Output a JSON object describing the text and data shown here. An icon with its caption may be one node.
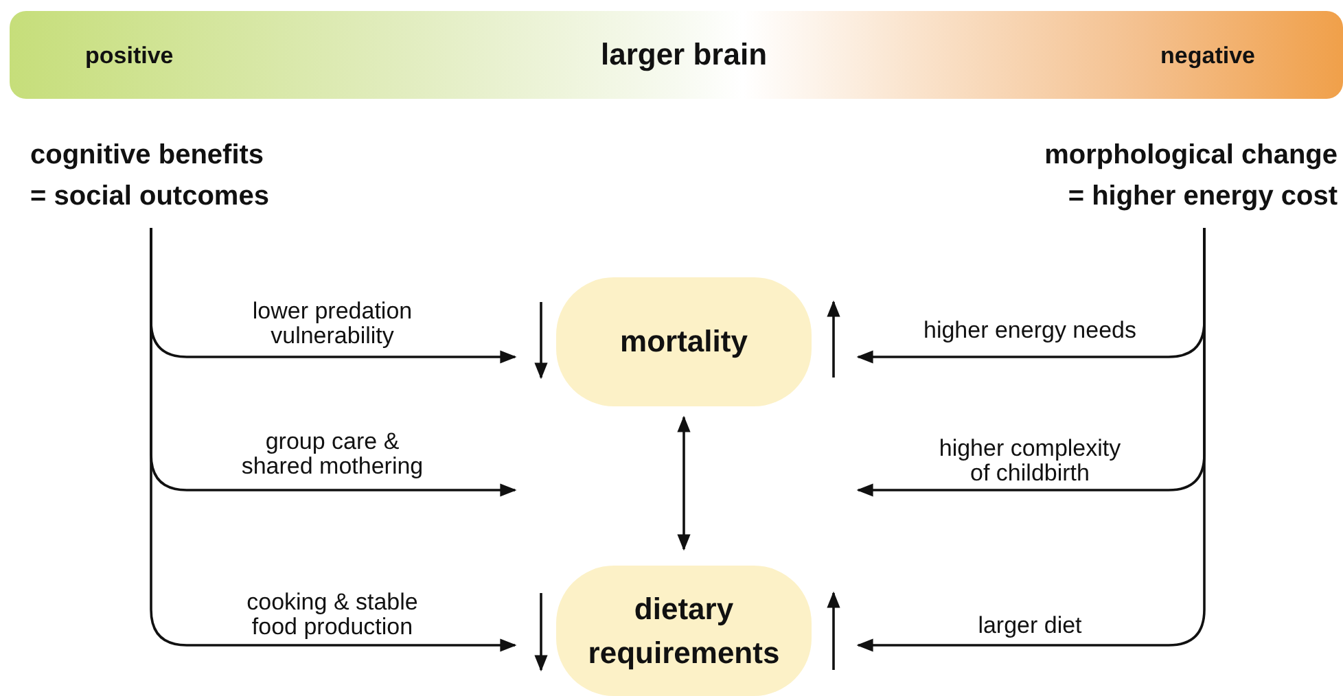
{
  "diagram": {
    "nodes": [
      {
        "text": [
          "positive",
          "larger brain",
          "negative"
        ]
      },
      {
        "text": [
          "cognitive benefits = social outcomes"
        ]
      },
      {
        "text": [
          "morphological change = higher energy cost"
        ]
      },
      {
        "text": [
          "mortality"
        ]
      },
      {
        "text": [
          "dietary requirements"
        ]
      }
    ],
    "edges": [
      {
        "from": 1,
        "to": 3,
        "arrow": "to",
        "label": "lower predation vulnerability"
      },
      {
        "from": 1,
        "to": null,
        "arrow": "to",
        "label": "group care & shared mothering"
      },
      {
        "from": 1,
        "to": 4,
        "arrow": "to",
        "label": "cooking & stable food production"
      },
      {
        "from": 3,
        "to": 4,
        "arrow": "both"
      },
      {
        "from": 2,
        "to": 3,
        "arrow": "to",
        "label": "higher energy needs"
      },
      {
        "from": 2,
        "to": null,
        "arrow": "to",
        "label": "higher complexity of childbirth"
      },
      {
        "from": 2,
        "to": 4,
        "arrow": "to",
        "label": "larger diet"
      }
    ]
  }
}
